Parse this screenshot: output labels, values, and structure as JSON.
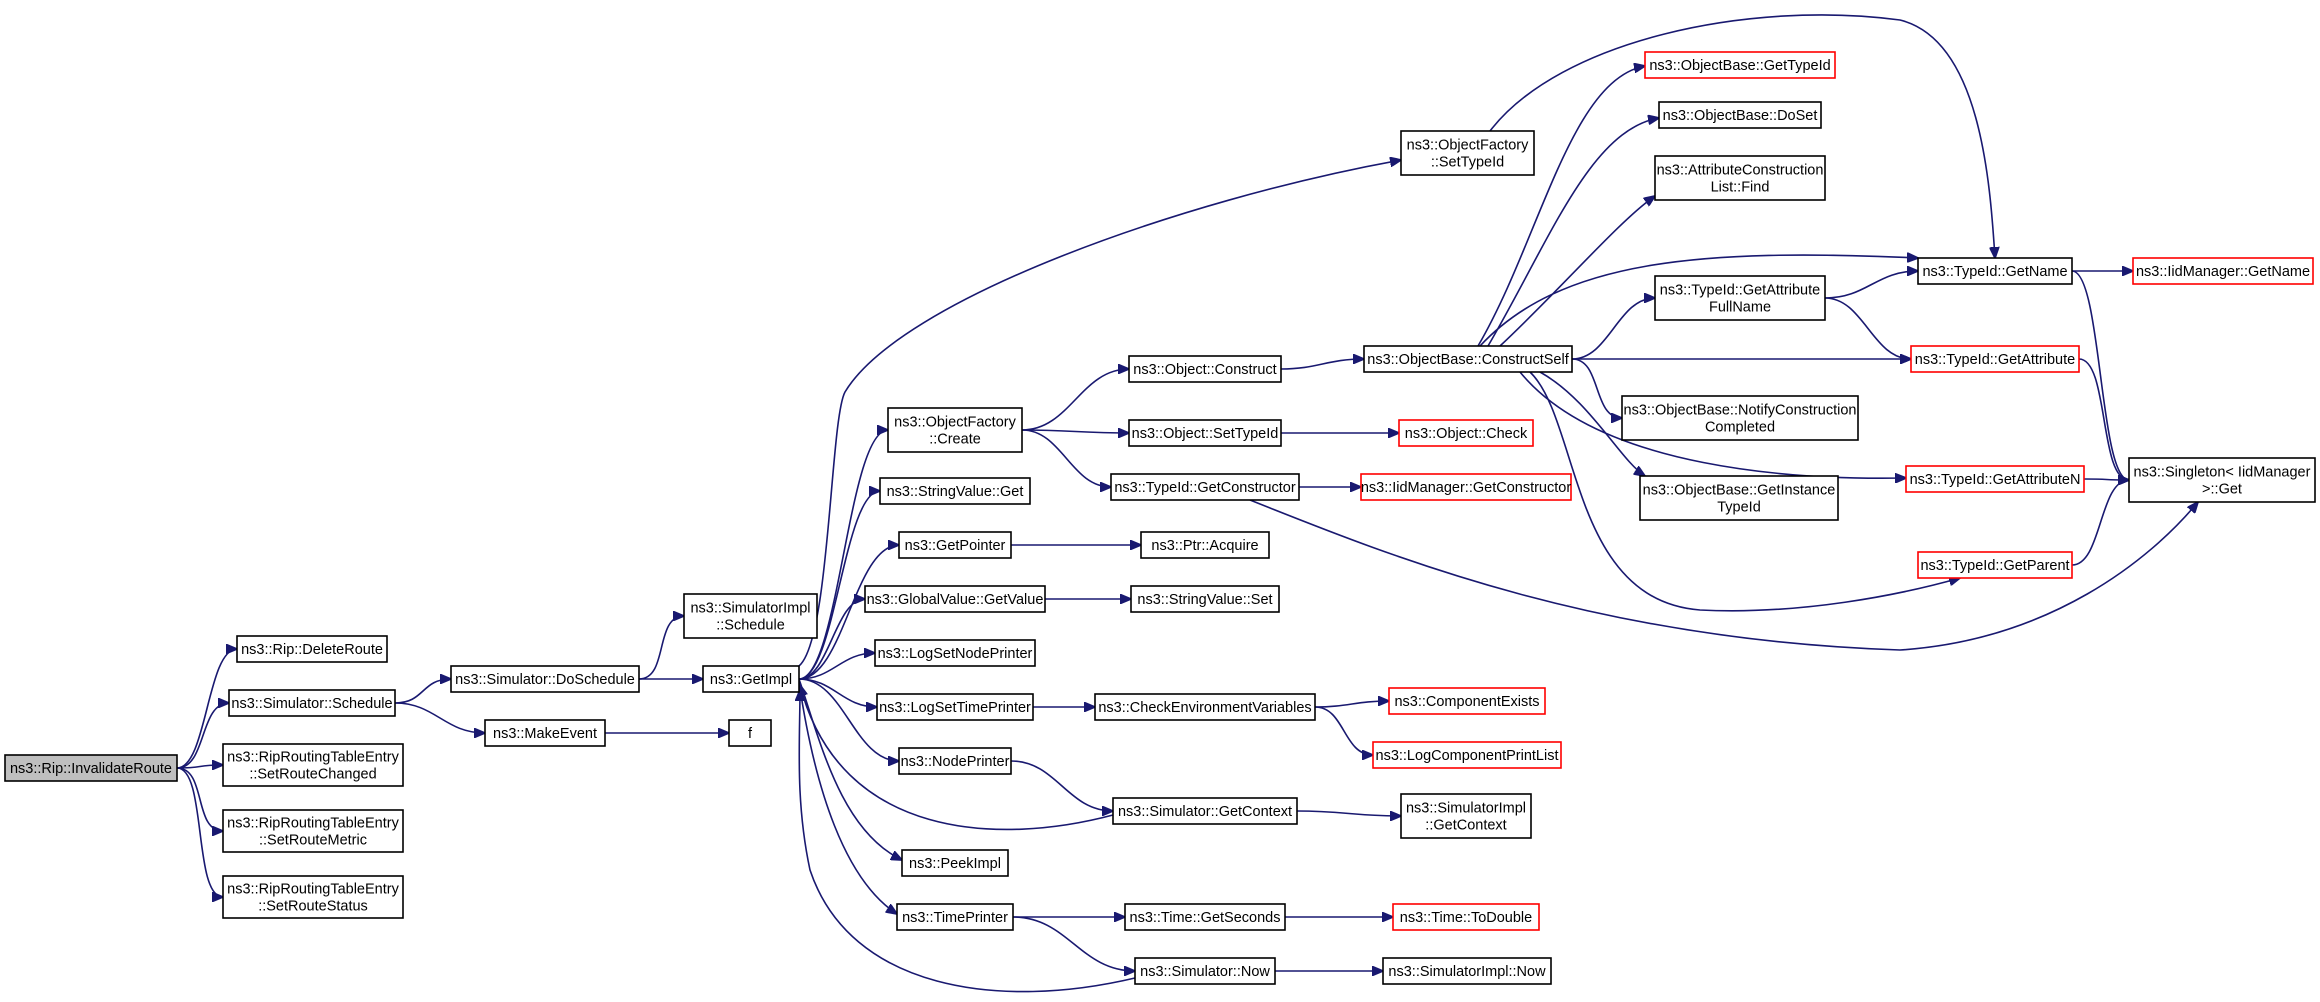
{
  "graph": {
    "edge_color": "#191970",
    "node_border": "#000000",
    "node_border_incomplete": "#ff0000",
    "root_fill": "#bfbfbf",
    "nodes": [
      {
        "id": "rip_invalidate",
        "label": [
          "ns3::Rip::InvalidateRoute"
        ],
        "color": "black",
        "root": true
      },
      {
        "id": "rip_delete",
        "label": [
          "ns3::Rip::DeleteRoute"
        ],
        "color": "black"
      },
      {
        "id": "sim_schedule",
        "label": [
          "ns3::Simulator::Schedule"
        ],
        "color": "black"
      },
      {
        "id": "rte_changed",
        "label": [
          "ns3::RipRoutingTableEntry",
          "::SetRouteChanged"
        ],
        "color": "black"
      },
      {
        "id": "rte_metric",
        "label": [
          "ns3::RipRoutingTableEntry",
          "::SetRouteMetric"
        ],
        "color": "black"
      },
      {
        "id": "rte_status",
        "label": [
          "ns3::RipRoutingTableEntry",
          "::SetRouteStatus"
        ],
        "color": "black"
      },
      {
        "id": "sim_doschedule",
        "label": [
          "ns3::Simulator::DoSchedule"
        ],
        "color": "black"
      },
      {
        "id": "make_event",
        "label": [
          "ns3::MakeEvent"
        ],
        "color": "black"
      },
      {
        "id": "simimpl_schedule",
        "label": [
          "ns3::SimulatorImpl",
          "::Schedule"
        ],
        "color": "black"
      },
      {
        "id": "get_impl",
        "label": [
          "ns3::GetImpl"
        ],
        "color": "black"
      },
      {
        "id": "f",
        "label": [
          "f"
        ],
        "color": "black"
      },
      {
        "id": "of_settypeid",
        "label": [
          "ns3::ObjectFactory",
          "::SetTypeId"
        ],
        "color": "black"
      },
      {
        "id": "of_create",
        "label": [
          "ns3::ObjectFactory",
          "::Create"
        ],
        "color": "black"
      },
      {
        "id": "sv_get",
        "label": [
          "ns3::StringValue::Get"
        ],
        "color": "black"
      },
      {
        "id": "get_pointer",
        "label": [
          "ns3::GetPointer"
        ],
        "color": "black"
      },
      {
        "id": "gv_getvalue",
        "label": [
          "ns3::GlobalValue::GetValue"
        ],
        "color": "black"
      },
      {
        "id": "log_setnode",
        "label": [
          "ns3::LogSetNodePrinter"
        ],
        "color": "black"
      },
      {
        "id": "log_settime",
        "label": [
          "ns3::LogSetTimePrinter"
        ],
        "color": "black"
      },
      {
        "id": "node_printer",
        "label": [
          "ns3::NodePrinter"
        ],
        "color": "black"
      },
      {
        "id": "peek_impl",
        "label": [
          "ns3::PeekImpl"
        ],
        "color": "black"
      },
      {
        "id": "time_printer",
        "label": [
          "ns3::TimePrinter"
        ],
        "color": "black"
      },
      {
        "id": "obj_construct",
        "label": [
          "ns3::Object::Construct"
        ],
        "color": "black"
      },
      {
        "id": "obj_settypeid",
        "label": [
          "ns3::Object::SetTypeId"
        ],
        "color": "black"
      },
      {
        "id": "tid_getconstructor",
        "label": [
          "ns3::TypeId::GetConstructor"
        ],
        "color": "black"
      },
      {
        "id": "ptr_acquire",
        "label": [
          "ns3::Ptr::Acquire"
        ],
        "color": "black"
      },
      {
        "id": "sv_set",
        "label": [
          "ns3::StringValue::Set"
        ],
        "color": "black"
      },
      {
        "id": "check_env",
        "label": [
          "ns3::CheckEnvironmentVariables"
        ],
        "color": "black"
      },
      {
        "id": "sim_getcontext",
        "label": [
          "ns3::Simulator::GetContext"
        ],
        "color": "black"
      },
      {
        "id": "time_getseconds",
        "label": [
          "ns3::Time::GetSeconds"
        ],
        "color": "black"
      },
      {
        "id": "sim_now",
        "label": [
          "ns3::Simulator::Now"
        ],
        "color": "black"
      },
      {
        "id": "ob_constructself",
        "label": [
          "ns3::ObjectBase::ConstructSelf"
        ],
        "color": "black"
      },
      {
        "id": "obj_check",
        "label": [
          "ns3::Object::Check"
        ],
        "color": "red"
      },
      {
        "id": "iid_getconstructor",
        "label": [
          "ns3::IidManager::GetConstructor"
        ],
        "color": "red"
      },
      {
        "id": "comp_exists",
        "label": [
          "ns3::ComponentExists"
        ],
        "color": "red"
      },
      {
        "id": "log_comp_print",
        "label": [
          "ns3::LogComponentPrintList"
        ],
        "color": "red"
      },
      {
        "id": "simimpl_getcontext",
        "label": [
          "ns3::SimulatorImpl",
          "::GetContext"
        ],
        "color": "black"
      },
      {
        "id": "time_todouble",
        "label": [
          "ns3::Time::ToDouble"
        ],
        "color": "red"
      },
      {
        "id": "simimpl_now",
        "label": [
          "ns3::SimulatorImpl::Now"
        ],
        "color": "black"
      },
      {
        "id": "ob_gettypeid",
        "label": [
          "ns3::ObjectBase::GetTypeId"
        ],
        "color": "red"
      },
      {
        "id": "ob_doset",
        "label": [
          "ns3::ObjectBase::DoSet"
        ],
        "color": "black"
      },
      {
        "id": "acl_find",
        "label": [
          "ns3::AttributeConstruction",
          "List::Find"
        ],
        "color": "black"
      },
      {
        "id": "tid_getattrfullname",
        "label": [
          "ns3::TypeId::GetAttribute",
          "FullName"
        ],
        "color": "black"
      },
      {
        "id": "ob_notify",
        "label": [
          "ns3::ObjectBase::NotifyConstruction",
          "Completed"
        ],
        "color": "black"
      },
      {
        "id": "ob_getinstance",
        "label": [
          "ns3::ObjectBase::GetInstance",
          "TypeId"
        ],
        "color": "black"
      },
      {
        "id": "tid_getname",
        "label": [
          "ns3::TypeId::GetName"
        ],
        "color": "black"
      },
      {
        "id": "tid_getattribute",
        "label": [
          "ns3::TypeId::GetAttribute"
        ],
        "color": "red"
      },
      {
        "id": "tid_getattributen",
        "label": [
          "ns3::TypeId::GetAttributeN"
        ],
        "color": "red"
      },
      {
        "id": "tid_getparent",
        "label": [
          "ns3::TypeId::GetParent"
        ],
        "color": "red"
      },
      {
        "id": "iid_getname",
        "label": [
          "ns3::IidManager::GetName"
        ],
        "color": "red"
      },
      {
        "id": "singleton_get",
        "label": [
          "ns3::Singleton< IidManager",
          " >::Get"
        ],
        "color": "black"
      }
    ]
  }
}
